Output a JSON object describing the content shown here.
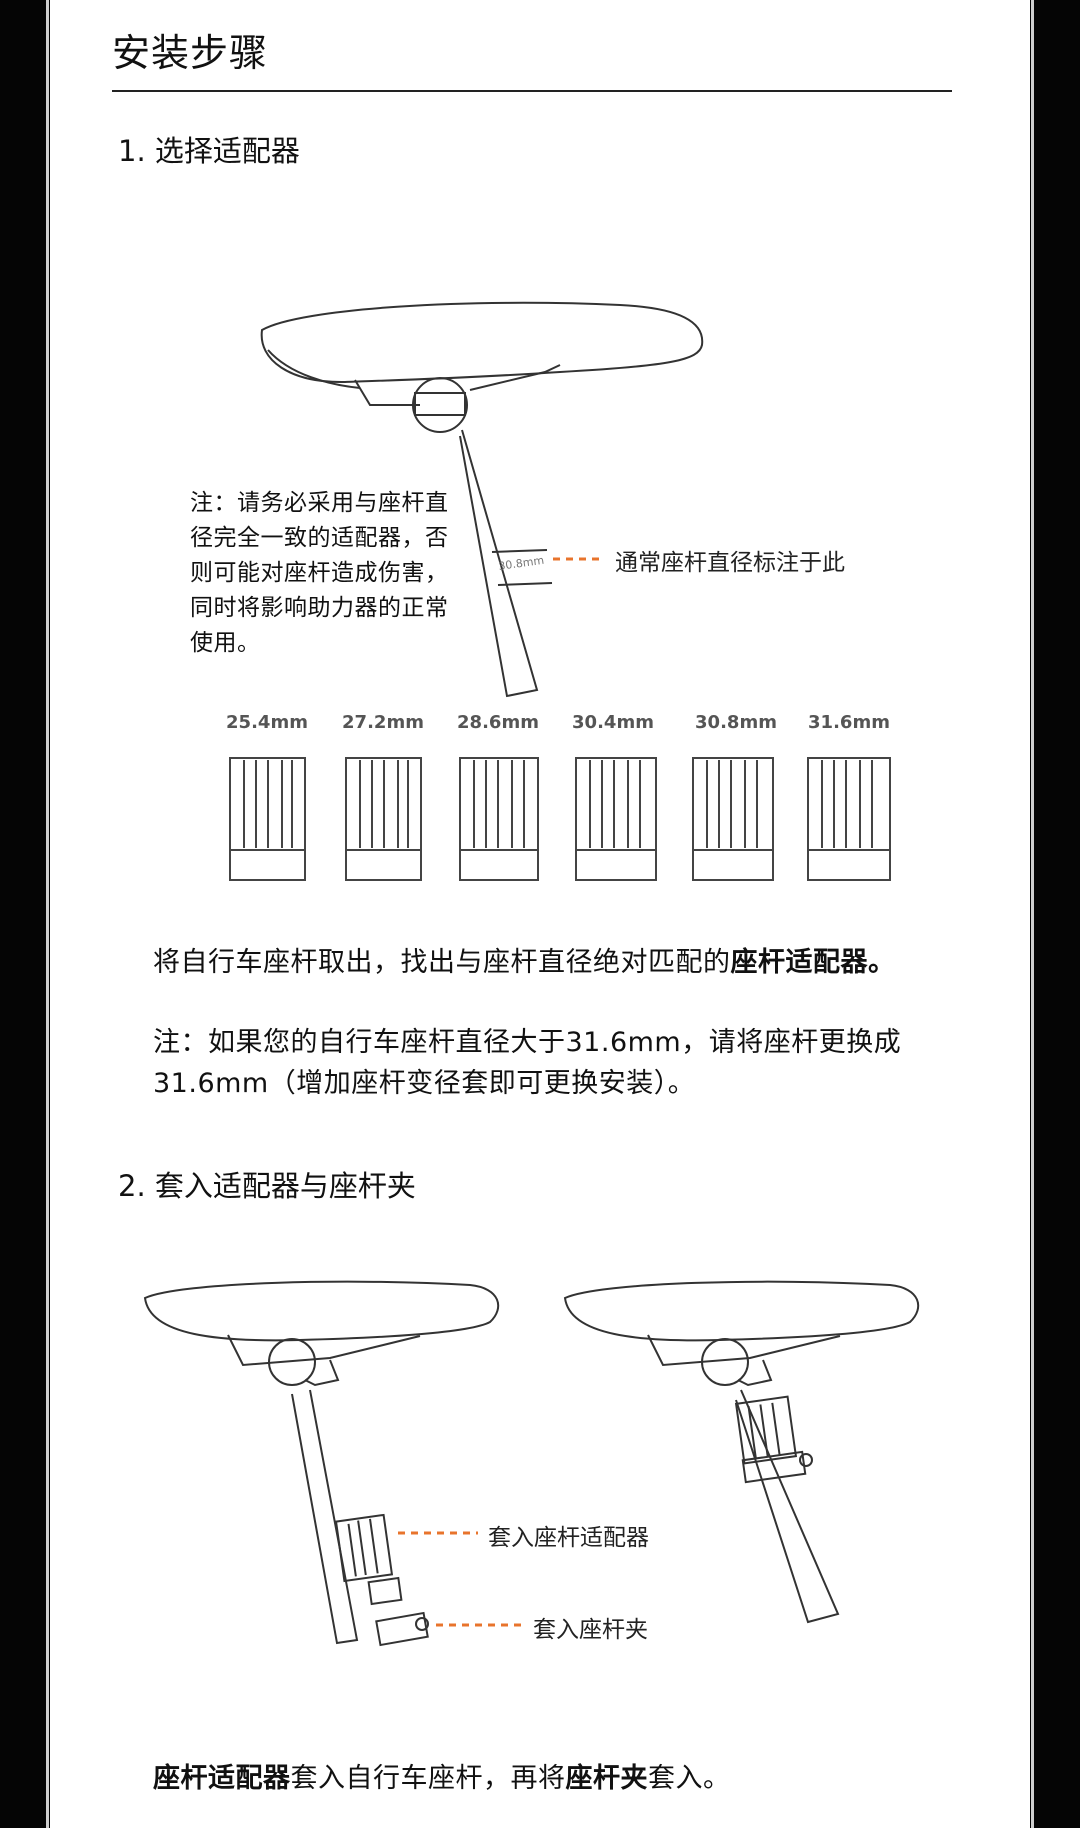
{
  "page_title": "安装步骤",
  "step1": {
    "heading": "1. 选择适配器",
    "note": "注：请务必采用与座杆直径完全一致的适配器，否则可能对座杆造成伤害，同时将影响助力器的正常使用。",
    "seatpost_marking": "30.8mm",
    "callout": "通常座杆直径标注于此",
    "sizes": [
      "25.4mm",
      "27.2mm",
      "28.6mm",
      "30.4mm",
      "30.8mm",
      "31.6mm"
    ],
    "para1_pre": "将自行车座杆取出，找出与座杆直径绝对匹配的",
    "para1_bold": "座杆适配器",
    "para1_post": "。",
    "para2": "注：如果您的自行车座杆直径大于31.6mm，请将座杆更换成31.6mm（增加座杆变径套即可更换安装）。"
  },
  "step2": {
    "heading": "2. 套入适配器与座杆夹",
    "callout_adapter": "套入座杆适配器",
    "callout_clamp": "套入座杆夹",
    "para_bold1": "座杆适配器",
    "para_mid": "套入自行车座杆，再将",
    "para_bold2": "座杆夹",
    "para_post": "套入。"
  },
  "colors": {
    "accent_dash": "#e8742c",
    "line": "#333333",
    "background": "#ffffff",
    "frame": "#050505"
  }
}
